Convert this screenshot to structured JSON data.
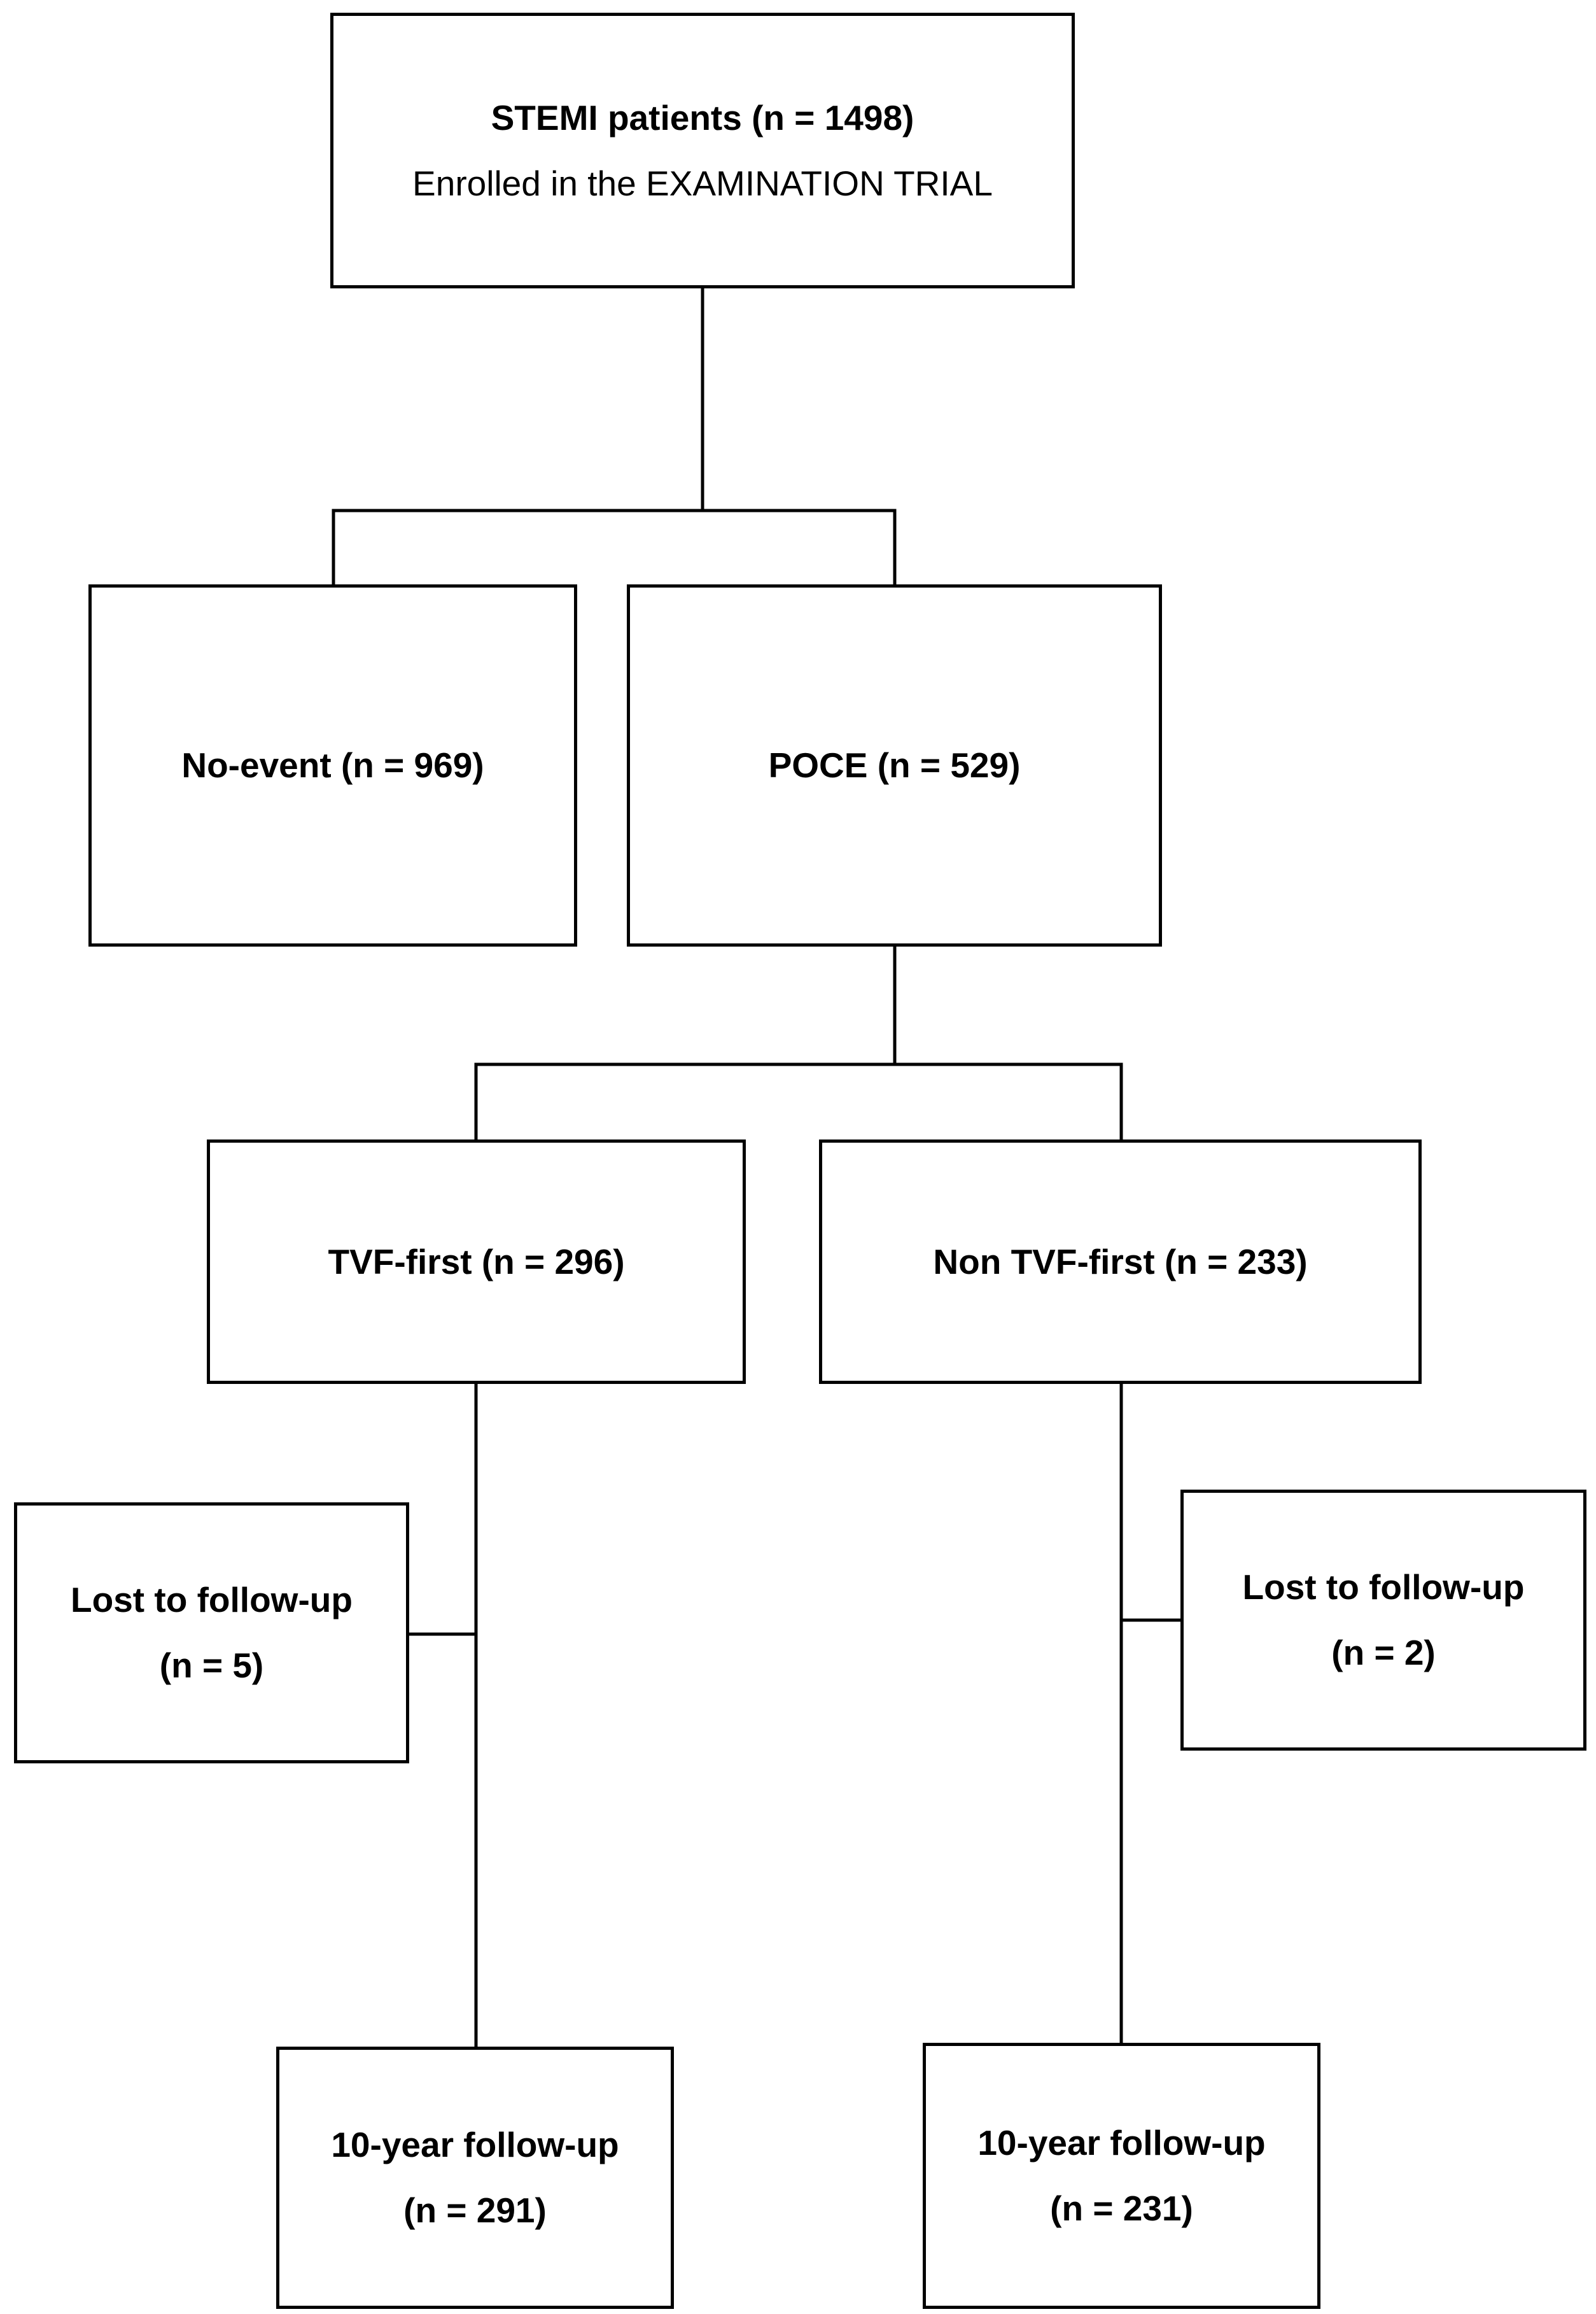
{
  "diagram": {
    "root": {
      "title": "STEMI patients (n = 1498)",
      "subtitle": "Enrolled in the EXAMINATION TRIAL"
    },
    "no_event": {
      "label": "No-event (n = 969)"
    },
    "poce": {
      "label": "POCE (n = 529)"
    },
    "tvf_first": {
      "label": "TVF-first (n = 296)",
      "lost": {
        "label": "Lost to follow-up",
        "count": "(n = 5)"
      },
      "followup": {
        "label": "10-year follow-up",
        "count": "(n = 291)"
      }
    },
    "non_tvf_first": {
      "label": "Non TVF-first (n = 233)",
      "lost": {
        "label": "Lost to follow-up",
        "count": "(n = 2)"
      },
      "followup": {
        "label": "10-year follow-up",
        "count": "(n = 231)"
      }
    }
  }
}
